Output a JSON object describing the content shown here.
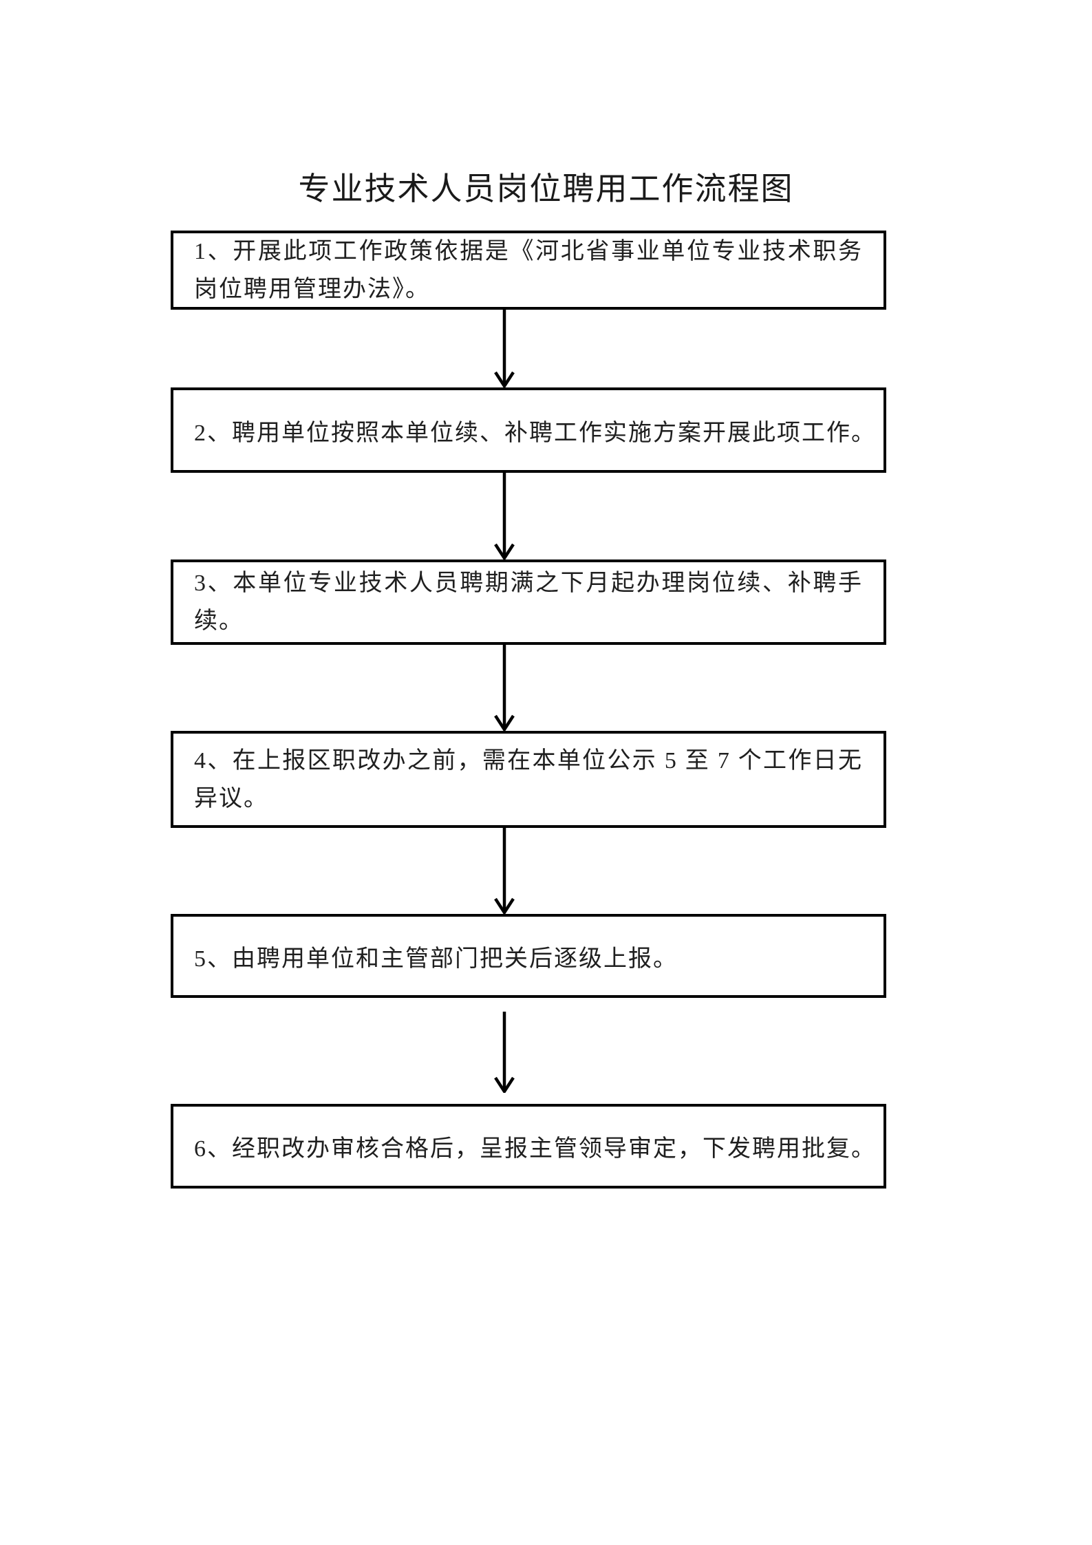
{
  "page": {
    "title": "专业技术人员岗位聘用工作流程图"
  },
  "flowchart": {
    "steps": [
      {
        "id": "1",
        "label": "1、开展此项工作政策依据是《河北省事业单位专业技术职务岗位聘用管理办法》。"
      },
      {
        "id": "2",
        "label": "2、聘用单位按照本单位续、补聘工作实施方案开展此项工作。"
      },
      {
        "id": "3",
        "label": "3、本单位专业技术人员聘期满之下月起办理岗位续、补聘手续。"
      },
      {
        "id": "4",
        "label": "4、在上报区职改办之前，需在本单位公示 5 至 7 个工作日无异议。"
      },
      {
        "id": "5",
        "label": "5、由聘用单位和主管部门把关后逐级上报。"
      },
      {
        "id": "6",
        "label": "6、经职改办审核合格后，呈报主管领导审定，下发聘用批复。"
      }
    ],
    "connector_count": 5,
    "flow_direction": "top-to-bottom"
  },
  "colors": {
    "background": "#ffffff",
    "box_border": "#000000",
    "text": "#1f1f1f",
    "title_color": "#1a1a1a",
    "arrow": "#000000"
  }
}
